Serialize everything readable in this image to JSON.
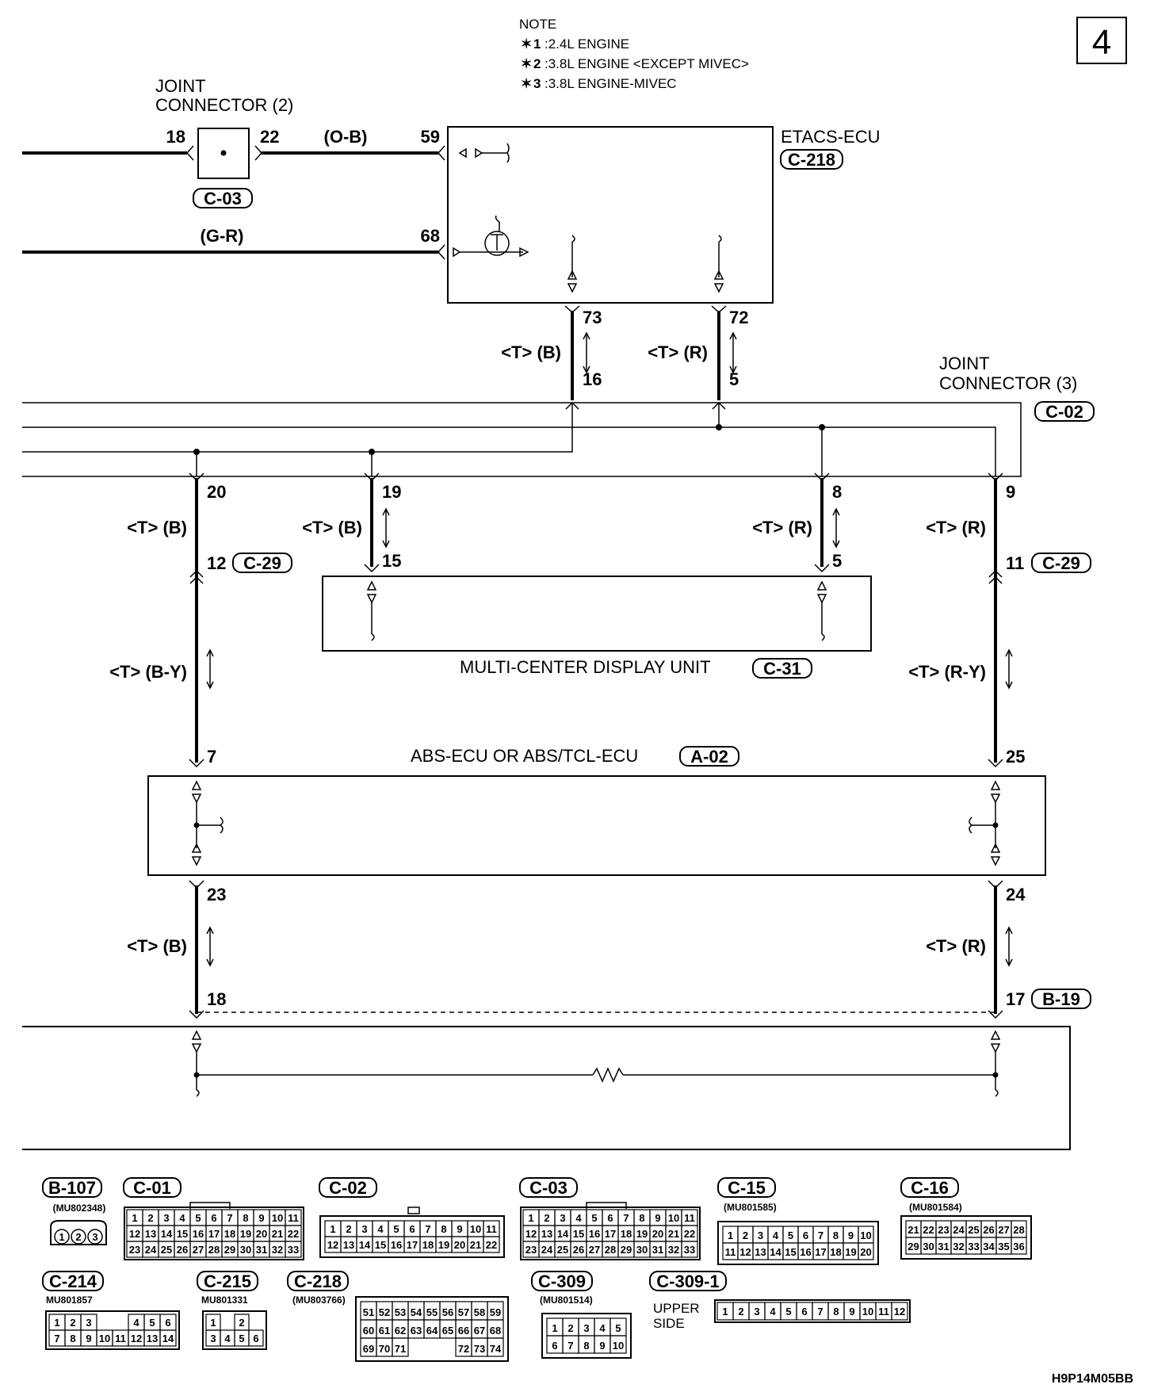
{
  "page_number": "4",
  "note": {
    "title": "NOTE",
    "items": [
      {
        "mark": "✶",
        "num": "1",
        "text": ":2.4L ENGINE"
      },
      {
        "mark": "✶",
        "num": "2",
        "text": ":3.8L ENGINE <EXCEPT MIVEC>"
      },
      {
        "mark": "✶",
        "num": "3",
        "text": ":3.8L ENGINE-MIVEC"
      }
    ]
  },
  "joint_connector_2": {
    "line1": "JOINT",
    "line2": "CONNECTOR (2)",
    "connector": "C-03",
    "pin_in": "18",
    "pin_out": "22"
  },
  "joint_connector_3": {
    "line1": "JOINT",
    "line2": "CONNECTOR (3)",
    "connector": "C-02"
  },
  "etacs": {
    "name": "ETACS-ECU",
    "connector": "C-218",
    "pin_59": "59",
    "pin_68": "68",
    "pin_73": "73",
    "pin_72": "72"
  },
  "wires": {
    "ob": "(O-B)",
    "gr": "(G-R)",
    "tb": "<T> (B)",
    "tr": "<T> (R)",
    "tby": "<T> (B-Y)",
    "try": "<T> (R-Y)"
  },
  "pins": {
    "p16": "16",
    "p5": "5",
    "p20": "20",
    "p19": "19",
    "p8": "8",
    "p9": "9",
    "p15": "15",
    "p5b": "5",
    "p12": "12",
    "p11": "11",
    "p7": "7",
    "p25": "25",
    "p23": "23",
    "p24": "24",
    "p18": "18",
    "p17": "17"
  },
  "conn_tags": {
    "c29a": "C-29",
    "c29b": "C-29",
    "b19": "B-19"
  },
  "mcd": {
    "name": "MULTI-CENTER DISPLAY UNIT",
    "connector": "C-31"
  },
  "abs": {
    "name": "ABS-ECU OR ABS/TCL-ECU",
    "connector": "A-02"
  },
  "connectors": {
    "b107": {
      "id": "B-107",
      "part": "(MU802348)",
      "pins": [
        "1",
        "2",
        "3"
      ]
    },
    "c01": {
      "id": "C-01",
      "rows": [
        [
          "1",
          "2",
          "3",
          "4",
          "5",
          "6",
          "7",
          "8",
          "9",
          "10",
          "11"
        ],
        [
          "12",
          "13",
          "14",
          "15",
          "16",
          "17",
          "18",
          "19",
          "20",
          "21",
          "22"
        ],
        [
          "23",
          "24",
          "25",
          "26",
          "27",
          "28",
          "29",
          "30",
          "31",
          "32",
          "33"
        ]
      ]
    },
    "c02": {
      "id": "C-02",
      "rows": [
        [
          "1",
          "2",
          "3",
          "4",
          "5",
          "6",
          "7",
          "8",
          "9",
          "10",
          "11"
        ],
        [
          "12",
          "13",
          "14",
          "15",
          "16",
          "17",
          "18",
          "19",
          "20",
          "21",
          "22"
        ]
      ]
    },
    "c03": {
      "id": "C-03",
      "rows": [
        [
          "1",
          "2",
          "3",
          "4",
          "5",
          "6",
          "7",
          "8",
          "9",
          "10",
          "11"
        ],
        [
          "12",
          "13",
          "14",
          "15",
          "16",
          "17",
          "18",
          "19",
          "20",
          "21",
          "22"
        ],
        [
          "23",
          "24",
          "25",
          "26",
          "27",
          "28",
          "29",
          "30",
          "31",
          "32",
          "33"
        ]
      ]
    },
    "c15": {
      "id": "C-15",
      "part": "(MU801585)",
      "rows": [
        [
          "1",
          "2",
          "3",
          "4",
          "5",
          "6",
          "7",
          "8",
          "9",
          "10"
        ],
        [
          "11",
          "12",
          "13",
          "14",
          "15",
          "16",
          "17",
          "18",
          "19",
          "20"
        ]
      ]
    },
    "c16": {
      "id": "C-16",
      "part": "(MU801584)",
      "rows": [
        [
          "21",
          "22",
          "23",
          "24",
          "25",
          "26",
          "27",
          "28"
        ],
        [
          "29",
          "30",
          "31",
          "32",
          "33",
          "34",
          "35",
          "36"
        ]
      ]
    },
    "c214": {
      "id": "C-214",
      "part": "MU801857",
      "rows": [
        [
          "1",
          "2",
          "3",
          "",
          "",
          "4",
          "5",
          "6"
        ],
        [
          "7",
          "8",
          "9",
          "10",
          "11",
          "12",
          "13",
          "14"
        ]
      ]
    },
    "c215": {
      "id": "C-215",
      "part": "MU801331",
      "rows": [
        [
          "1",
          "",
          "2"
        ],
        [
          "3",
          "4",
          "5",
          "6"
        ]
      ]
    },
    "c218": {
      "id": "C-218",
      "part": "(MU803766)",
      "rows": [
        [
          "51",
          "52",
          "53",
          "54",
          "55",
          "56",
          "57",
          "58",
          "59"
        ],
        [
          "60",
          "61",
          "62",
          "63",
          "64",
          "65",
          "66",
          "67",
          "68"
        ],
        [
          "69",
          "70",
          "71",
          "",
          "",
          "",
          "72",
          "73",
          "74"
        ]
      ]
    },
    "c309": {
      "id": "C-309",
      "part": "(MU801514)",
      "rows": [
        [
          "1",
          "2",
          "3",
          "4",
          "5"
        ],
        [
          "6",
          "7",
          "8",
          "9",
          "10"
        ]
      ]
    },
    "c3091": {
      "id": "C-309-1",
      "side_line1": "UPPER",
      "side_line2": "SIDE",
      "pins": [
        "1",
        "2",
        "3",
        "4",
        "5",
        "6",
        "7",
        "8",
        "9",
        "10",
        "11",
        "12"
      ]
    }
  },
  "figure_code": "H9P14M05BB"
}
